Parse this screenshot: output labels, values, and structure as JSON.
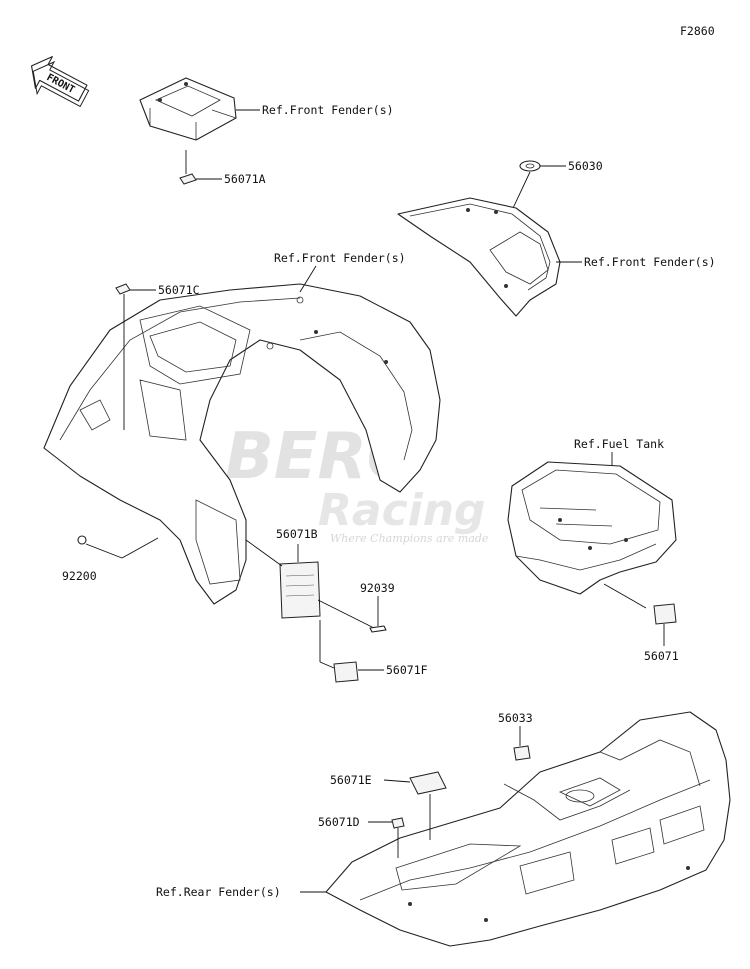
{
  "diagram_code": "F2860",
  "front_arrow_text": "FRONT",
  "watermark": {
    "line1": "BERG",
    "line2": "Racing",
    "tagline": "Where Champions are made"
  },
  "callouts": {
    "ref_front_fender_1": "Ref.Front Fender(s)",
    "part_56071A": "56071A",
    "part_56030": "56030",
    "ref_front_fender_2": "Ref.Front Fender(s)",
    "ref_front_fender_3": "Ref.Front Fender(s)",
    "part_56071C": "56071C",
    "ref_fuel_tank": "Ref.Fuel Tank",
    "part_56071B": "56071B",
    "part_92200": "92200",
    "part_92039": "92039",
    "part_56071F": "56071F",
    "part_56071": "56071",
    "part_56033": "56033",
    "part_56071E": "56071E",
    "part_56071D": "56071D",
    "ref_rear_fender": "Ref.Rear Fender(s)"
  }
}
